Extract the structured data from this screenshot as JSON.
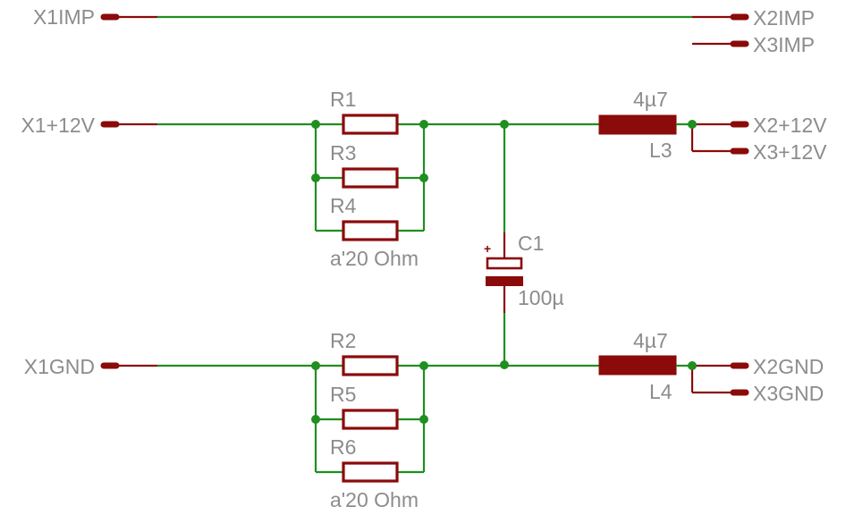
{
  "connectors": {
    "x1imp": "X1IMP",
    "x2imp": "X2IMP",
    "x3imp": "X3IMP",
    "x1_12v": "X1+12V",
    "x2_12v": "X2+12V",
    "x3_12v": "X3+12V",
    "x1gnd": "X1GND",
    "x2gnd": "X2GND",
    "x3gnd": "X3GND"
  },
  "components": {
    "r1": "R1",
    "r2": "R2",
    "r3": "R3",
    "r4": "R4",
    "r5": "R5",
    "r6": "R6",
    "r_value_top": "a'20 Ohm",
    "r_value_bottom": "a'20 Ohm",
    "l3_name": "L3",
    "l3_value": "4µ7",
    "l4_name": "L4",
    "l4_value": "4µ7",
    "c1_name": "C1",
    "c1_value": "100µ",
    "c1_polarity": "+"
  },
  "colors": {
    "wire": "#1f8f1f",
    "component": "#8b0a0a",
    "label": "#8c8c8c",
    "background": "#ffffff"
  }
}
